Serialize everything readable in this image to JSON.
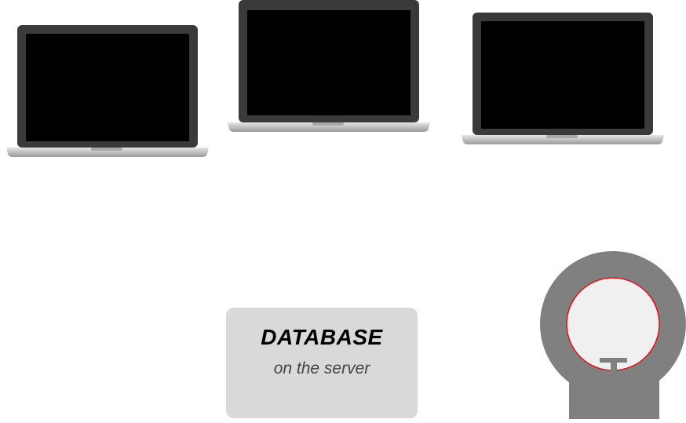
{
  "database": {
    "title": "DATABASE",
    "subtitle": "on the server",
    "box_color": "#d9d9d9"
  },
  "laptops": [
    {
      "name": "laptop-client-1",
      "icon": "laptop-icon"
    },
    {
      "name": "laptop-client-2",
      "icon": "laptop-icon"
    },
    {
      "name": "laptop-client-3",
      "icon": "laptop-icon"
    }
  ],
  "robot": {
    "icon": "robot-head-icon",
    "body_color": "#808080",
    "face_color": "#f0f0f0",
    "face_outline_color": "#e0101a"
  },
  "colors": {
    "screen": "#000000",
    "bezel": "#3a3a3a",
    "base": "#c8c8c8"
  }
}
